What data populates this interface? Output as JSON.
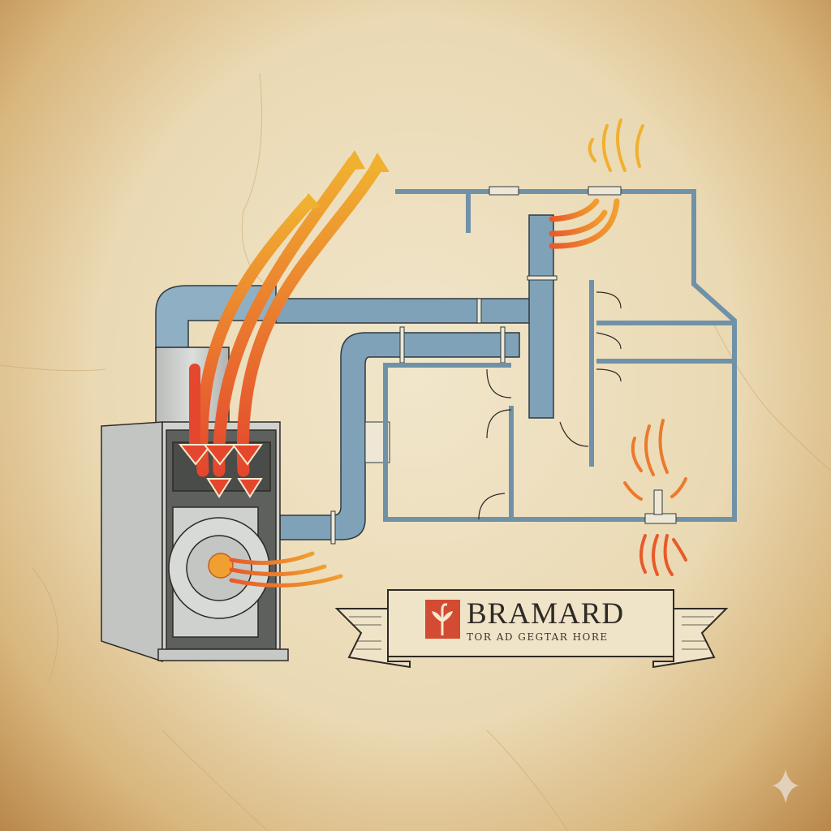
{
  "banner": {
    "brand": "BRAMARD",
    "tagline": "TOR AD GEGTAR HORE",
    "logo_icon": "plant-sprout-icon",
    "logo_color": "#d24b32"
  },
  "illustration": {
    "subject": "furnace heating system with ductwork over floor plan",
    "elements": [
      "furnace-unit",
      "blower-fan",
      "air-filter",
      "supply-duct",
      "return-duct",
      "floor-plan",
      "heat-vent",
      "radiator-heat"
    ],
    "colors": {
      "paper": "#ecdcb8",
      "duct_blue": "#7fa2b8",
      "hot_red": "#e4472d",
      "warm_orange": "#f0a030",
      "metal_gray": "#c9cbc8",
      "ink": "#2e2a25"
    }
  },
  "corner_icon": "sparkle-icon"
}
